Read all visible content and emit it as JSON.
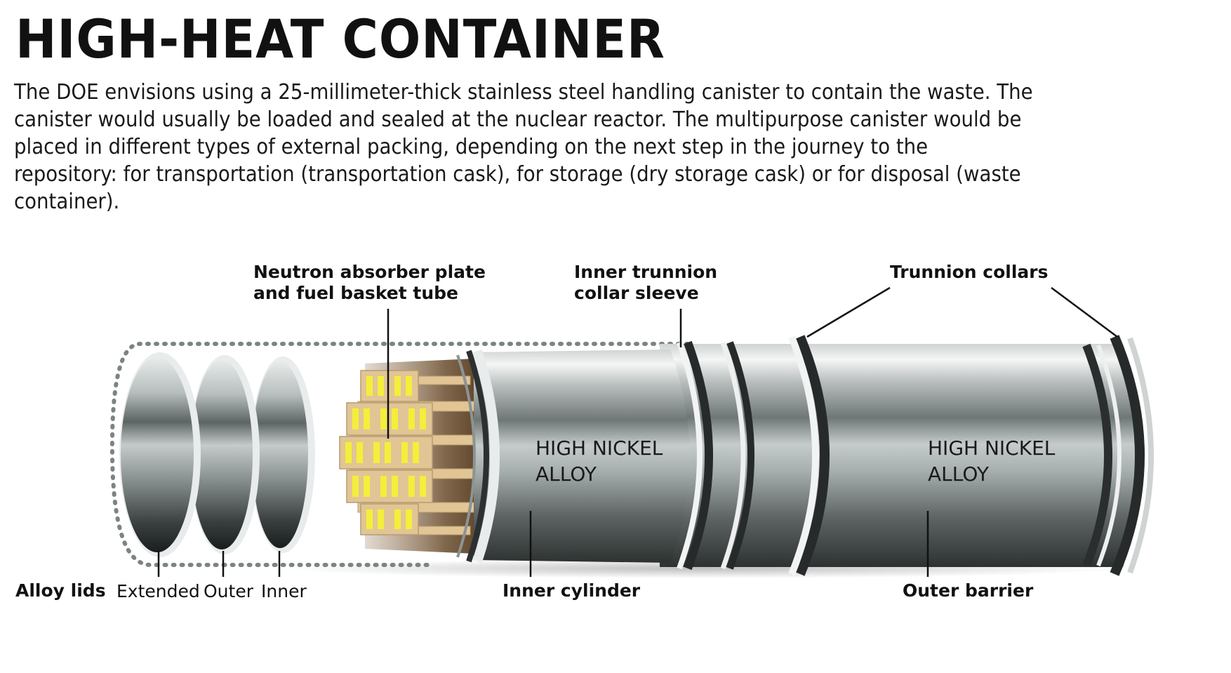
{
  "title": "HIGH-HEAT CONTAINER",
  "description": "The DOE envisions using a 25-millimeter-thick stainless steel handling canister to contain the waste. The canister would usually be loaded and sealed at the nuclear reactor. The multipurpose canister would be placed in different types of external packing, depending on the next step in the journey to the repository: for transportation (transportation cask), for storage (dry storage cask) or for disposal (waste container).",
  "labels": {
    "neutron_line1": "Neutron absorber plate",
    "neutron_line2": "and fuel basket tube",
    "inner_trunnion_line1": "Inner trunnion",
    "inner_trunnion_line2": "collar sleeve",
    "trunnion_collars": "Trunnion collars",
    "alloy_lids": "Alloy lids",
    "lid_extended": "Extended",
    "lid_outer": "Outer",
    "lid_inner": "Inner",
    "inner_cylinder": "Inner cylinder",
    "outer_barrier": "Outer barrier",
    "inner_material_line1": "HIGH NICKEL",
    "inner_material_line2": "ALLOY",
    "outer_material_line1": "HIGH NICKEL",
    "outer_material_line2": "ALLOY"
  },
  "colors": {
    "fuel_rod": "#f3ef3a",
    "basket": "#e2c595",
    "basket_interior": "#6a4c2c"
  }
}
